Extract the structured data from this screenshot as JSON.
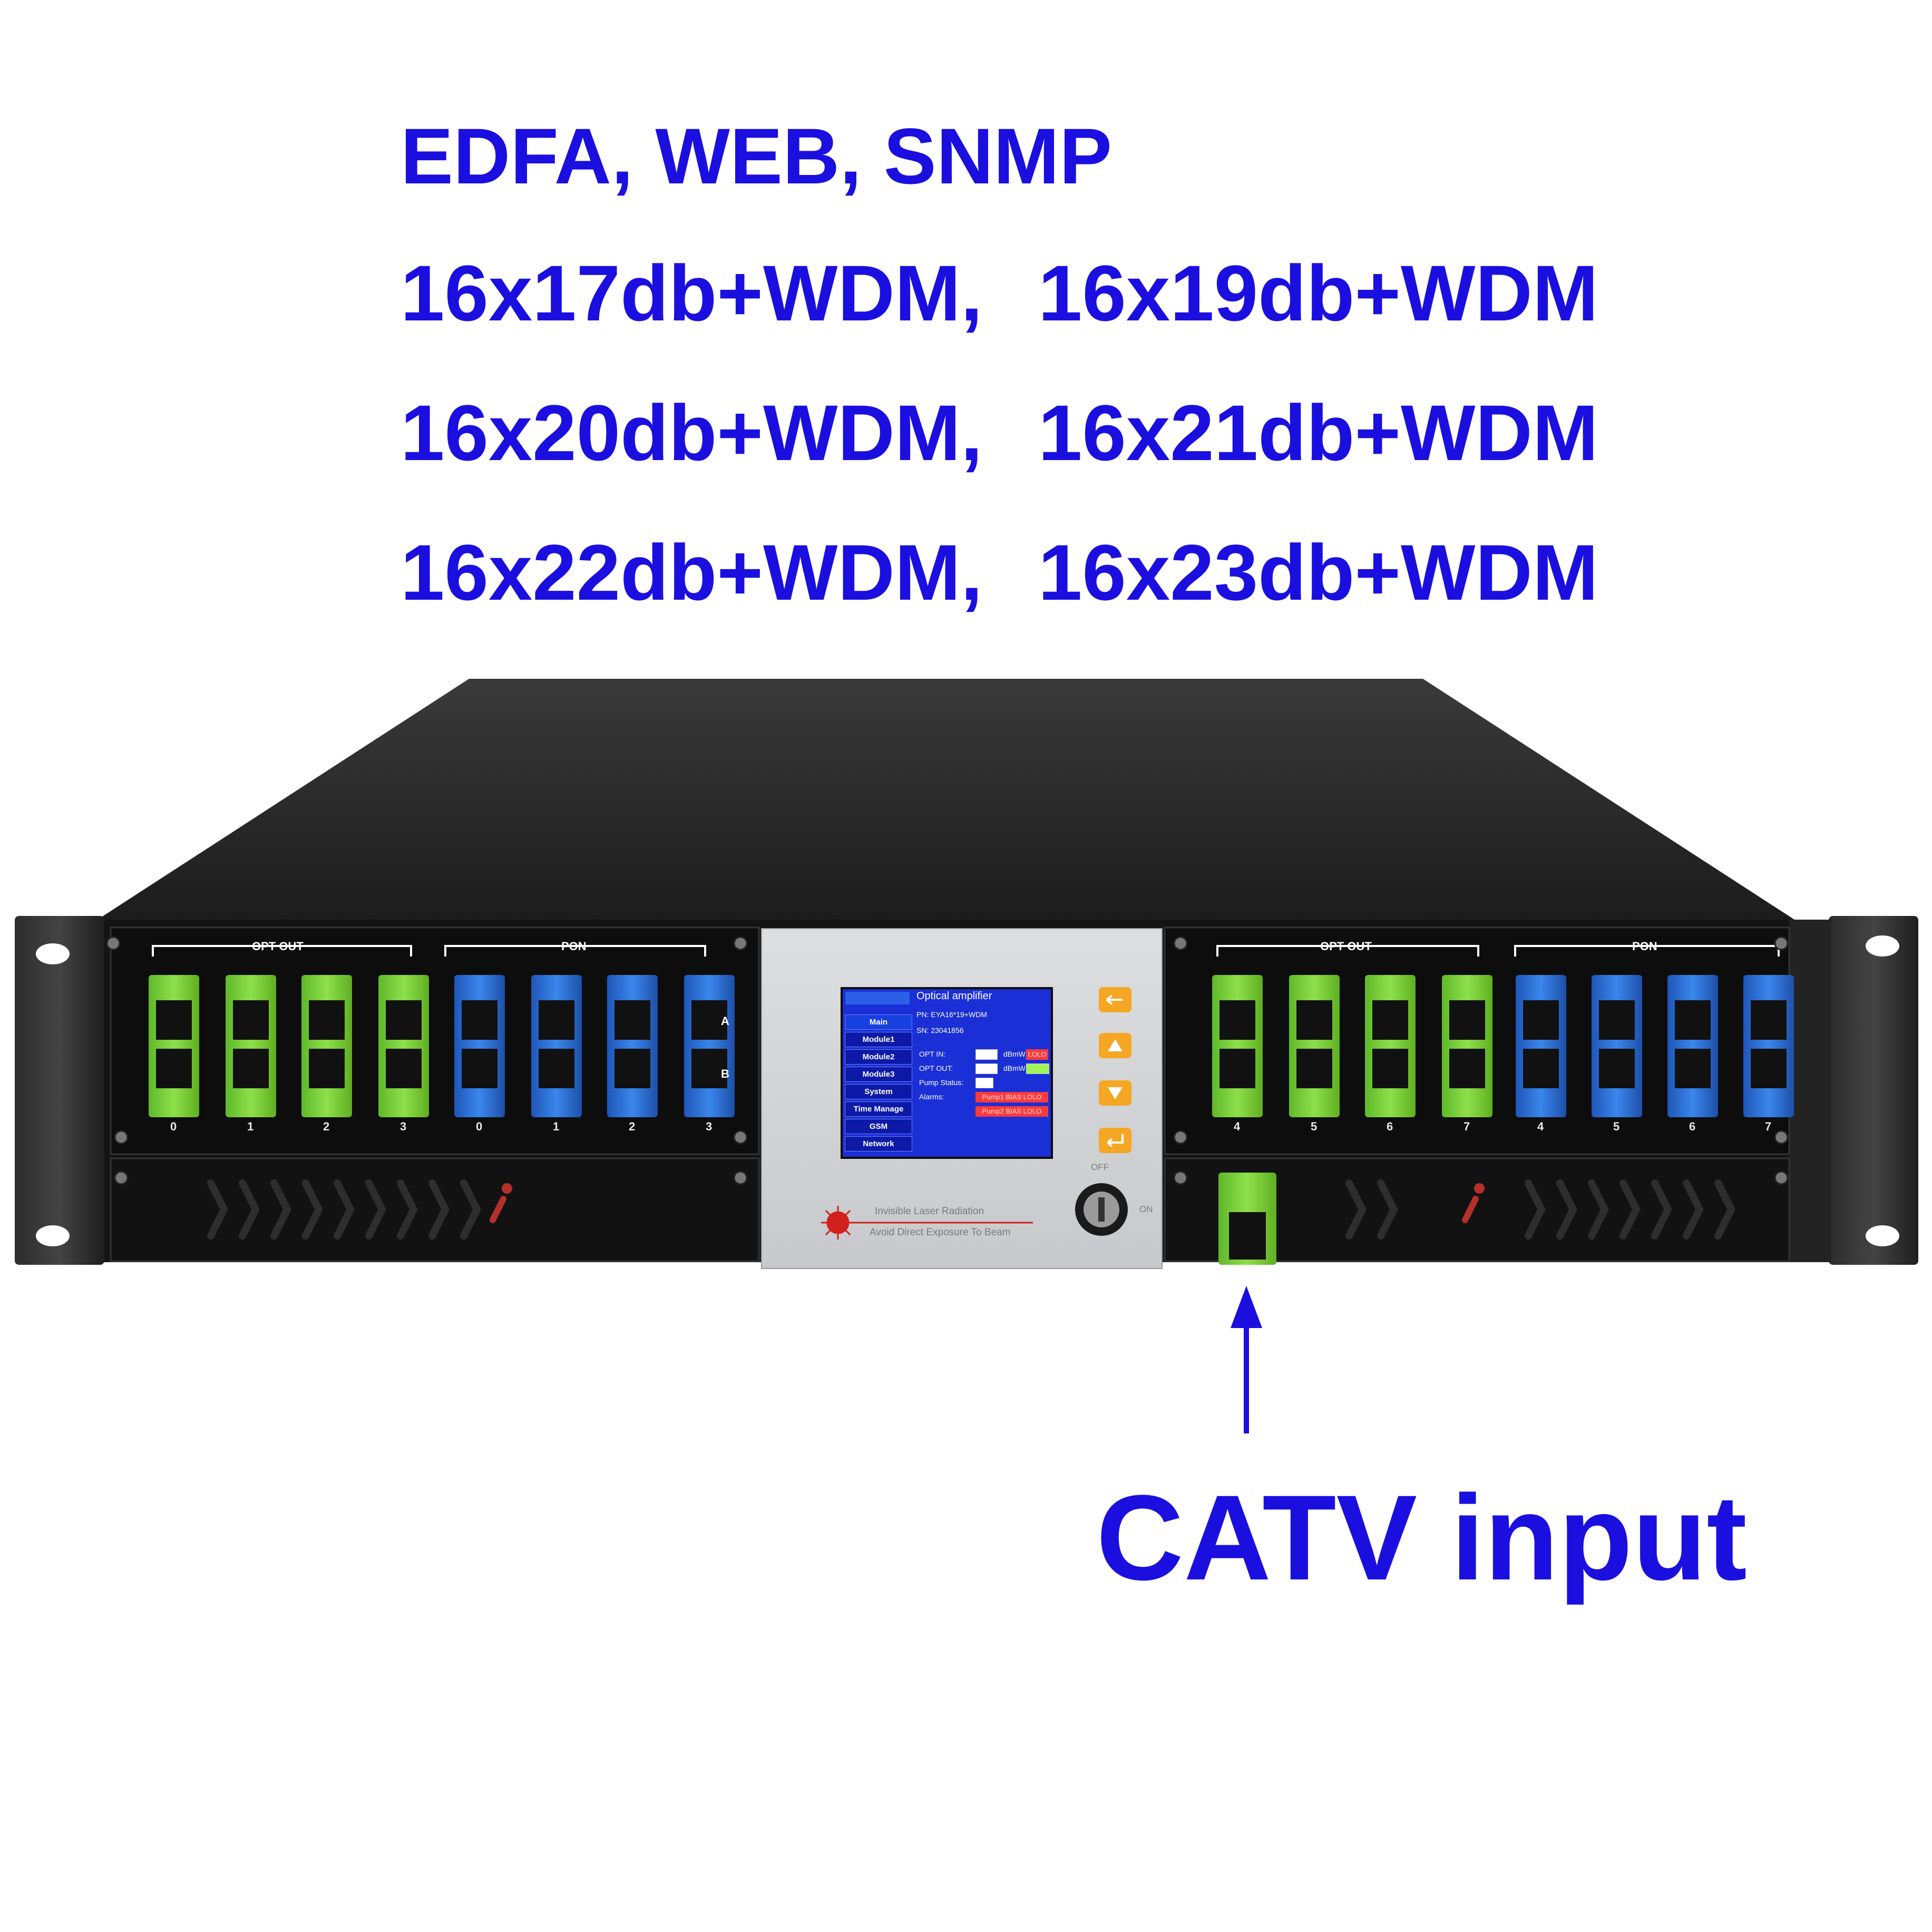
{
  "headlines": {
    "line1": "EDFA, WEB, SNMP",
    "row1": [
      "16x17db+WDM,",
      "16x19db+WDM"
    ],
    "row2": [
      "16x20db+WDM,",
      "16x21db+WDM"
    ],
    "row3": [
      "16x22db+WDM,",
      "16x23db+WDM"
    ]
  },
  "callout": "CATV input",
  "panel": {
    "group_left_opt": "OPT OUT",
    "group_left_pon": "PON",
    "group_right_opt": "OPT OUT",
    "group_right_pon": "PON",
    "row_a": "A",
    "row_b": "B",
    "ports_left": [
      "0",
      "1",
      "2",
      "3",
      "0",
      "1",
      "2",
      "3"
    ],
    "ports_right": [
      "4",
      "5",
      "6",
      "7",
      "4",
      "5",
      "6",
      "7"
    ],
    "key_off": "OFF",
    "key_on": "ON",
    "warning_line1": "Invisible Laser Radiation",
    "warning_line2": "Avoid Direct Exposure To Beam"
  },
  "lcd": {
    "title": "Optical amplifier",
    "pn": "PN:  EYA16*19+WDM",
    "sn": "SN:  23041856",
    "menu": [
      "Main",
      "Module1",
      "Module2",
      "Module3",
      "System",
      "Time Manage",
      "GSM",
      "Network"
    ],
    "opt_in_label": "OPT IN:",
    "opt_out_label": "OPT OUT:",
    "unit": "dBmW",
    "pump_label": "Pump Status:",
    "alarms_label": "Alarms:",
    "status_lolo": "LOLO",
    "alarm1": "Pump1 BIAS LOLO",
    "alarm2": "Pump2 BIAS LOLO"
  },
  "colors": {
    "headline": "#1b0fe0",
    "chassis_top": "#2a2a2a",
    "faceplate": "#111111",
    "center_panel": "#d2d4d6",
    "sc_apc_green": "#7fd63a",
    "sc_upc_blue": "#2f6fd6",
    "lcd_blue": "#1a2fd6",
    "button_orange": "#f5a623"
  },
  "icons": [
    "laser-warning-icon",
    "key-switch-icon",
    "back-arrow-icon",
    "up-arrow-icon",
    "down-arrow-icon",
    "enter-icon",
    "callout-arrow-icon",
    "mounting-hole-icon"
  ]
}
